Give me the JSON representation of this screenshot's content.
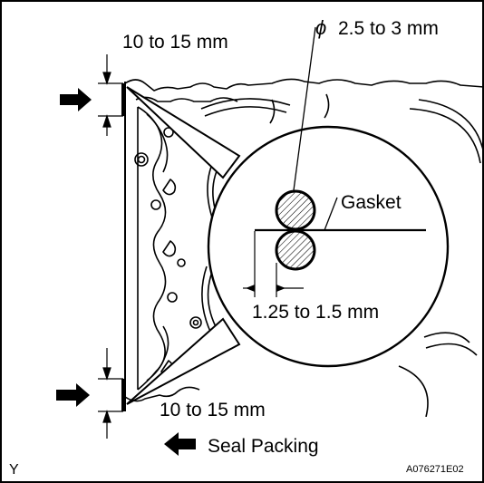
{
  "labels": {
    "top_dim": "10 to 15 mm",
    "bottom_dim": "10 to 15 mm",
    "diameter_symbol": "ϕ",
    "diameter": "2.5 to 3 mm",
    "gasket": "Gasket",
    "offset": "1.25 to 1.5 mm",
    "legend": "Seal Packing",
    "corner_letter": "Y",
    "figure_code": "A076271E02"
  }
}
